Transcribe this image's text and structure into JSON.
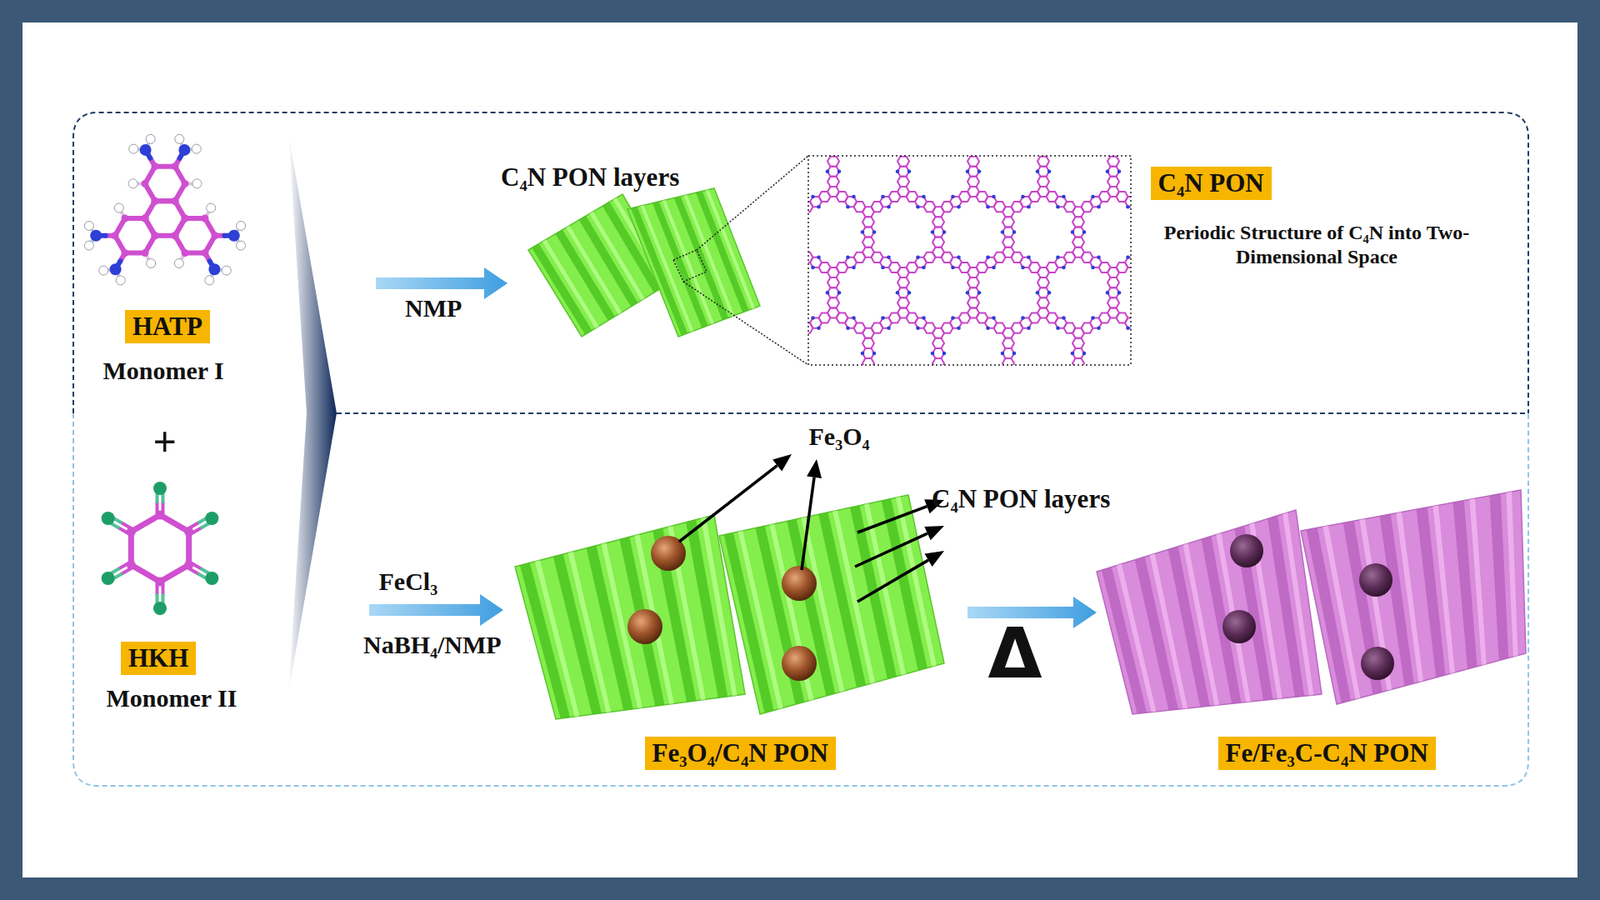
{
  "diagram": {
    "nodes": [
      {
        "text": [
          "HATP"
        ]
      },
      {
        "text": [
          "C₄N PON"
        ]
      },
      {
        "text": [
          "HKH"
        ]
      },
      {
        "text": [
          "Fe₃O₄/C₄N PON"
        ]
      },
      {
        "text": [
          "Fe/Fe₃C-C₄N PON"
        ]
      }
    ],
    "labels": [
      "C₄N PON layers",
      "NMP",
      "Periodic Structure of C₄N into Two-Dimensional Space",
      "Monomer I",
      "+",
      "Monomer II",
      "FeCl₃",
      "NaBH₄/NMP",
      "Fe₃O₄",
      "C₄N PON layers",
      "Δ"
    ]
  }
}
